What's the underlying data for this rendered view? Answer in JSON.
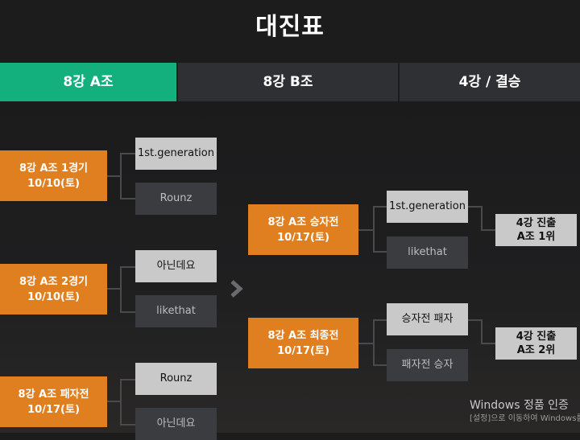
{
  "page": {
    "title": "대진표"
  },
  "tabs": [
    {
      "label": "8강 A조",
      "active": true
    },
    {
      "label": "8강 B조",
      "active": false
    },
    {
      "label": "4강 / 결승",
      "active": false
    }
  ],
  "round1": [
    {
      "name": "8강 A조 1경기",
      "date": "10/10(토)",
      "team_top": "1st.generation",
      "team_bottom": "Rounz"
    },
    {
      "name": "8강 A조 2경기",
      "date": "10/10(토)",
      "team_top": "아닌데요",
      "team_bottom": "likethat"
    },
    {
      "name": "8강 A조 패자전",
      "date": "10/17(토)",
      "team_top": "Rounz",
      "team_bottom": "아닌데요"
    }
  ],
  "round2": [
    {
      "name": "8강 A조 승자전",
      "date": "10/17(토)",
      "team_top": "1st.generation",
      "team_bottom": "likethat"
    },
    {
      "name": "8강 A조 최종전",
      "date": "10/17(토)",
      "team_top": "승자전 패자",
      "team_bottom": "패자전 승자"
    }
  ],
  "results": [
    {
      "line1": "4강 진출",
      "line2": "A조 1위"
    },
    {
      "line1": "4강 진출",
      "line2": "A조 2위"
    }
  ],
  "watermark": {
    "line1": "Windows 정품 인증",
    "line2": "[설정]으로 이동하여 Windows를 정품 인증합니다."
  },
  "colors": {
    "active_tab": "#13b07e",
    "match_box": "#e07f1f",
    "winner_box": "#c9c9c9",
    "loser_box": "#3b3c3f"
  }
}
